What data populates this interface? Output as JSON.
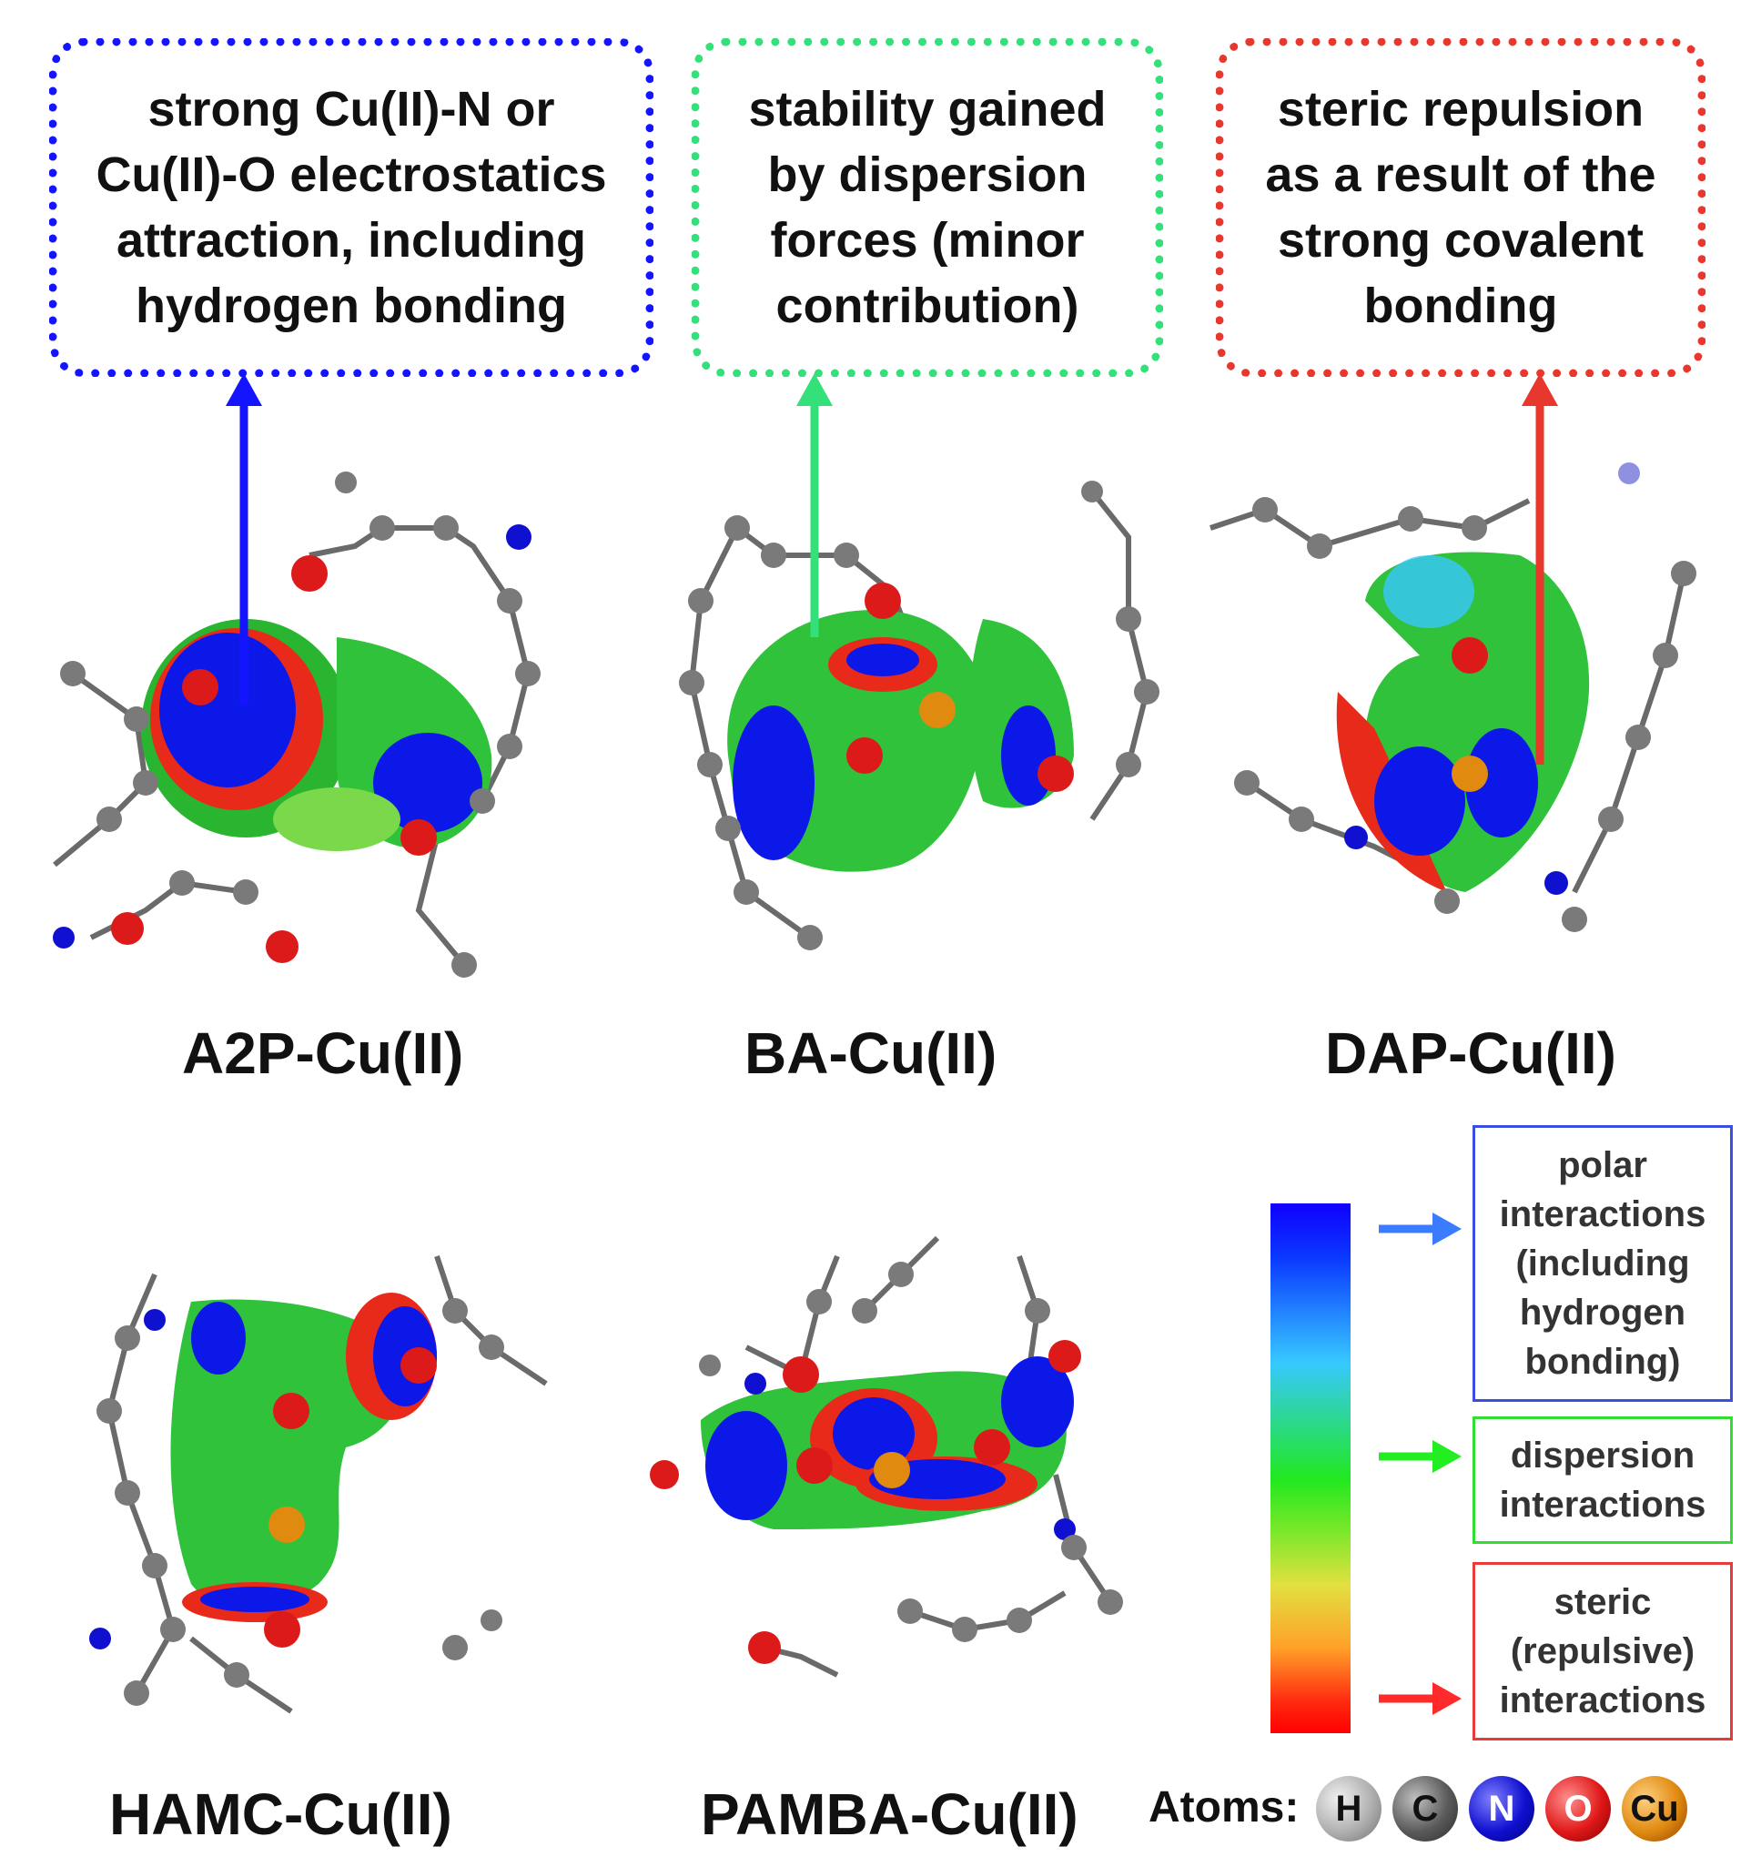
{
  "callouts": [
    {
      "lines": [
        "strong Cu(II)-N or",
        "Cu(II)-O electrostatics",
        "attraction, including",
        "hydrogen bonding"
      ],
      "color": "#1414ff"
    },
    {
      "lines": [
        "stability gained",
        "by dispersion",
        "forces (minor",
        "contribution)"
      ],
      "color": "#33e07a"
    },
    {
      "lines": [
        "steric repulsion",
        "as a result of the",
        "strong covalent",
        "bonding"
      ],
      "color": "#e8372c"
    }
  ],
  "complexes": [
    {
      "label": "A2P-Cu(II)"
    },
    {
      "label": "BA-Cu(II)"
    },
    {
      "label": "DAP-Cu(II)"
    },
    {
      "label": "HAMC-Cu(II)"
    },
    {
      "label": "PAMBA-Cu(II)"
    }
  ],
  "legend": {
    "items": [
      {
        "lines": [
          "polar",
          "interactions",
          "(including",
          "hydrogen",
          "bonding)"
        ],
        "color": "#3a4fe0",
        "arrow_color": "#3a7bff"
      },
      {
        "lines": [
          "dispersion",
          "interactions"
        ],
        "color": "#33dd33",
        "arrow_color": "#22ee22"
      },
      {
        "lines": [
          "steric",
          "(repulsive)",
          "interactions"
        ],
        "color": "#e83a3a",
        "arrow_color": "#ff2a2a"
      }
    ]
  },
  "atoms": {
    "label": "Atoms:",
    "items": [
      {
        "symbol": "H",
        "color": "#b0b0b0",
        "text_color": "#111111"
      },
      {
        "symbol": "C",
        "color": "#5a5a5a",
        "text_color": "#111111"
      },
      {
        "symbol": "N",
        "color": "#1010d0",
        "text_color": "#ffffff"
      },
      {
        "symbol": "O",
        "color": "#e01818",
        "text_color": "#ffffff"
      },
      {
        "symbol": "Cu",
        "color": "#e08a10",
        "text_color": "#111111"
      }
    ]
  }
}
